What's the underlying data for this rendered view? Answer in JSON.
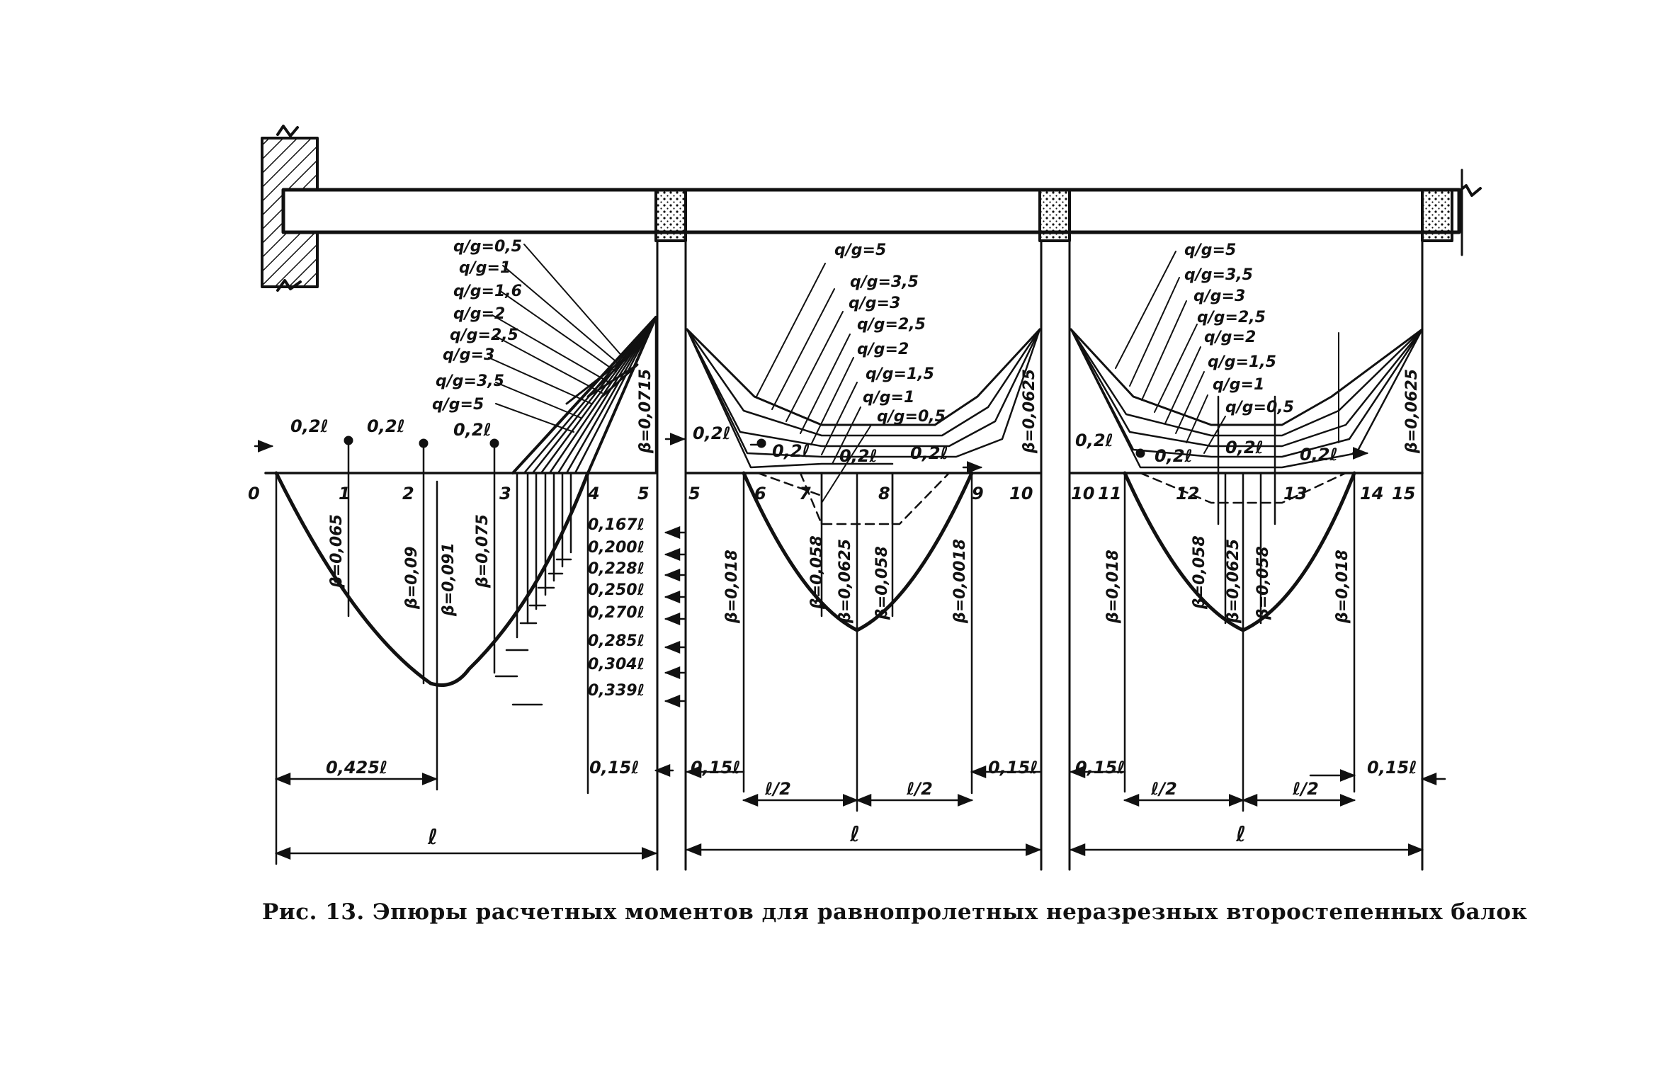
{
  "figure": {
    "caption": "Рис. 13. Эпюры расчетных моментов для равнопролетных неразрезных второстепенных балок",
    "span1": {
      "point_labels": [
        "0",
        "1",
        "2",
        "3",
        "4",
        "5"
      ],
      "segment_labels": [
        "0,2ℓ",
        "0,2ℓ",
        "0,2ℓ"
      ],
      "ratio_labels": [
        "q/g=0,5",
        "q/g=1",
        "q/g=1,6",
        "q/g=2",
        "q/g=2,5",
        "q/g=3",
        "q/g=3,5",
        "q/g=5"
      ],
      "beta_labels": [
        "β=0,065",
        "β=0,09",
        "β=0,091",
        "β=0,075",
        "β=0,0715"
      ],
      "offset_labels": [
        "0,167ℓ",
        "0,200ℓ",
        "0,228ℓ",
        "0,250ℓ",
        "0,270ℓ",
        "0,285ℓ",
        "0,304ℓ",
        "0,339ℓ"
      ],
      "dim_labels": [
        "0,425ℓ",
        "0,15ℓ",
        "ℓ"
      ]
    },
    "span2": {
      "point_labels": [
        "5",
        "6",
        "7",
        "8",
        "9",
        "10"
      ],
      "segment_labels": [
        "0,2ℓ",
        "0,2ℓ",
        "0,2ℓ",
        "0,2ℓ"
      ],
      "ratio_labels": [
        "q/g=5",
        "q/g=3,5",
        "q/g=3",
        "q/g=2,5",
        "q/g=2",
        "q/g=1,5",
        "q/g=1",
        "q/g=0,5"
      ],
      "beta_labels": [
        "β=0,018",
        "β=0,058",
        "β=0,0625",
        "β=0,058",
        "β=0,0018",
        "β=0,0625"
      ],
      "dim_labels": [
        "0,15ℓ",
        "ℓ/2",
        "ℓ/2",
        "0,15ℓ",
        "ℓ"
      ]
    },
    "span3": {
      "point_labels": [
        "10",
        "11",
        "12",
        "13",
        "14",
        "15"
      ],
      "segment_labels": [
        "0,2ℓ",
        "0,2ℓ",
        "0,2ℓ",
        "0,2ℓ"
      ],
      "ratio_labels": [
        "q/g=5",
        "q/g=3,5",
        "q/g=3",
        "q/g=2,5",
        "q/g=2",
        "q/g=1,5",
        "q/g=1",
        "q/g=0,5"
      ],
      "beta_labels": [
        "β=0,018",
        "β=0,058",
        "β=0,0625",
        "β=0,058",
        "β=0,018",
        "β=0,0625"
      ],
      "dim_labels": [
        "0,15ℓ",
        "ℓ/2",
        "ℓ/2",
        "0,15ℓ",
        "ℓ"
      ]
    }
  }
}
